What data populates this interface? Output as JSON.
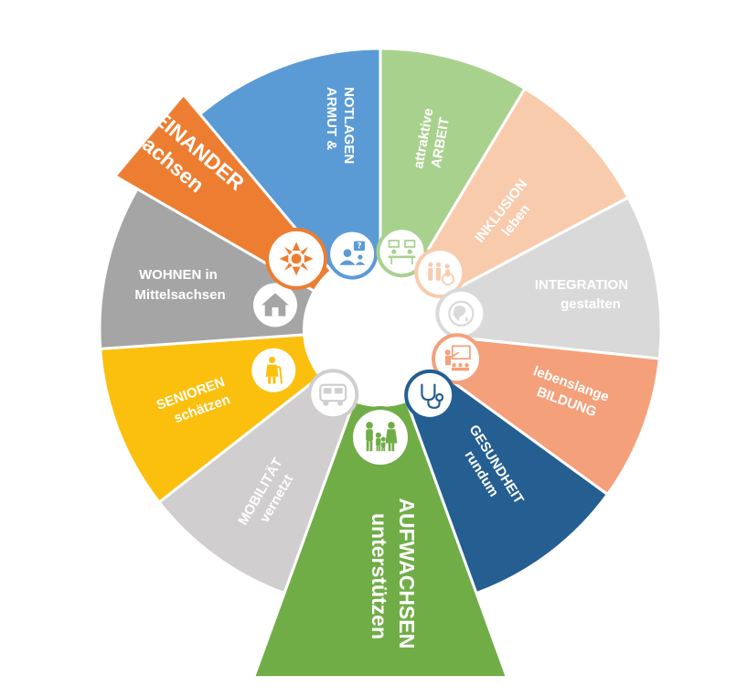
{
  "segments": [
    {
      "id": "armut",
      "line1": "ARMUT &",
      "line2": "NOTLAGEN",
      "icon": "help-person-icon",
      "color": "#5b9bd5"
    },
    {
      "id": "arbeit",
      "line1": "attraktive",
      "line2": "ARBEIT",
      "icon": "workplace-icon",
      "color": "#a9d18e"
    },
    {
      "id": "inklusion",
      "line1": "INKLUSION",
      "line2": "leben",
      "icon": "wheelchair-family-icon",
      "color": "#f8cbad"
    },
    {
      "id": "integration",
      "line1": "INTEGRATION",
      "line2": "gestalten",
      "icon": "globe-icon",
      "color": "#d9d9d9"
    },
    {
      "id": "bildung",
      "line1": "lebenslange",
      "line2": "BILDUNG",
      "icon": "teacher-board-icon",
      "color": "#f4a07a"
    },
    {
      "id": "gesundheit",
      "line1": "GESUNDHEIT",
      "line2": "rundum",
      "icon": "stethoscope-icon",
      "color": "#255e91"
    },
    {
      "id": "aufwachsen",
      "line1": "AUFWACHSEN",
      "line2": "unterstützen",
      "icon": "family-icon",
      "color": "#70ad47"
    },
    {
      "id": "mobilitaet",
      "line1": "MOBILITÄT",
      "line2": "vernetzt",
      "icon": "bus-icon",
      "color": "#d0cece"
    },
    {
      "id": "senioren",
      "line1": "SENIOREN",
      "line2": "schätzen",
      "icon": "senior-cane-icon",
      "color": "#fbbf0e"
    },
    {
      "id": "wohnen",
      "line1": "WOHNEN in",
      "line2": "Mittelsachsen",
      "icon": "house-icon",
      "color": "#a5a5a5"
    },
    {
      "id": "miteinander",
      "line1": "MITEINANDER",
      "line2": "wachsen",
      "icon": "hands-circle-icon",
      "color": "#ed7d31"
    }
  ]
}
